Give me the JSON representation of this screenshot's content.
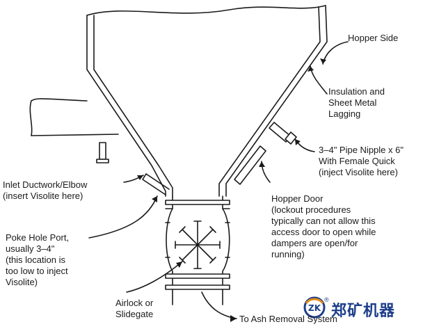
{
  "labels": {
    "hopper_side": "Hopper Side",
    "insulation": [
      "Insulation and",
      "Sheet Metal",
      "Lagging"
    ],
    "pipe_nipple": [
      "3–4\" Pipe Nipple x 6\"",
      "With Female Quick",
      "(inject Visolite here)"
    ],
    "inlet": [
      "Inlet Ductwork/Elbow",
      "(insert Visolite here)"
    ],
    "hopper_door": [
      "Hopper Door",
      "(lockout procedures",
      "typically can not allow this",
      "access door to open while",
      "dampers are open/for",
      "running)"
    ],
    "poke_hole": [
      "Poke Hole Port,",
      "usually 3–4\"",
      "(this location is",
      "too low to inject",
      "Visolite)"
    ],
    "airlock": [
      "Airlock or",
      "Slidegate"
    ],
    "ash_removal": "To Ash Removal System"
  },
  "logo": {
    "text": "郑矿机器",
    "mark": "ZK",
    "registered": "®"
  },
  "colors": {
    "line": "#1a1a1a",
    "logo": "#1d3e8a",
    "fill": "#ffffff"
  }
}
